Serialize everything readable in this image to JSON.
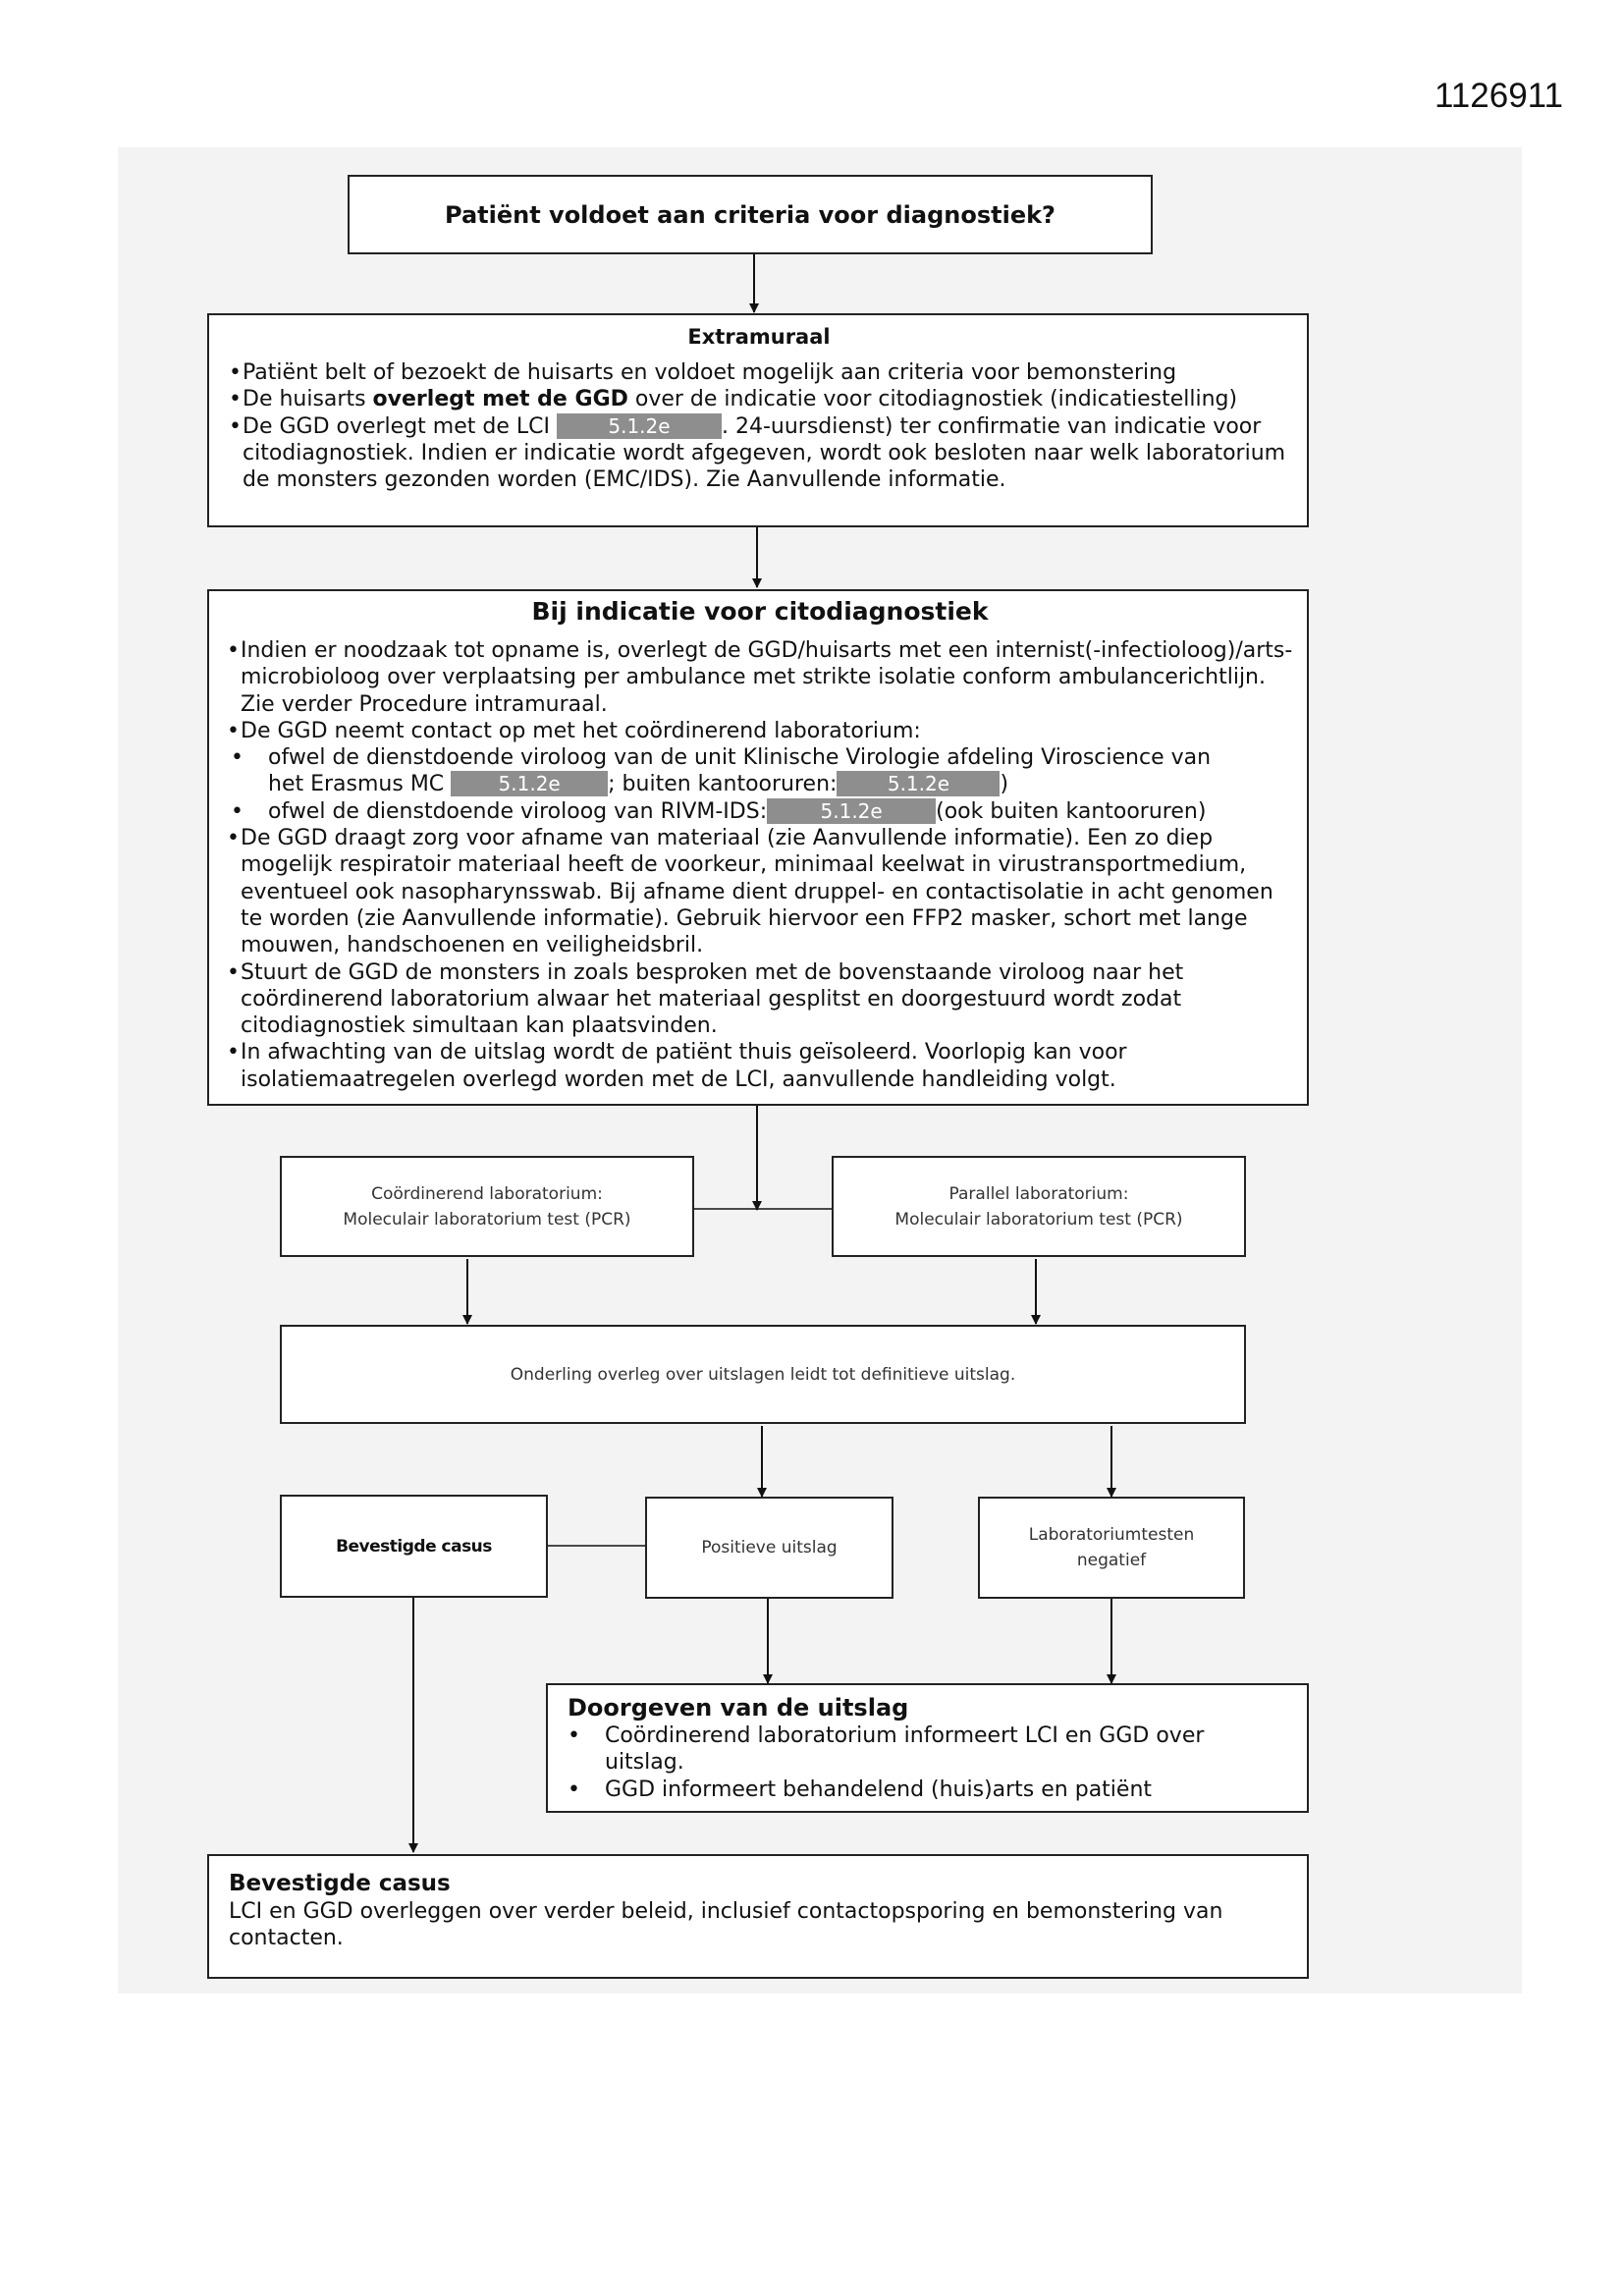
{
  "doc_number": "1126911",
  "redaction": "5.1.2e",
  "top_question": "Patiënt voldoet aan criteria voor diagnostiek?",
  "extramural": {
    "title": "Extramuraal",
    "b1": "Patiënt belt of bezoekt de huisarts en voldoet mogelijk aan criteria voor bemonstering",
    "b2_pre": "De huisarts ",
    "b2_bold": "overlegt met de GGD",
    "b2_post": " over de indicatie voor citodiagnostiek (indicatiestelling)",
    "b3_pre": "De GGD overlegt met de LCI ",
    "b3_post": ". 24-uursdienst) ter confirmatie van indicatie voor citodiagnostiek. Indien er indicatie wordt afgegeven, wordt ook besloten naar welk laboratorium de monsters gezonden worden (EMC/IDS). Zie Aanvullende informatie."
  },
  "indication": {
    "title": "Bij indicatie voor citodiagnostiek",
    "b1": "Indien er noodzaak tot opname is, overlegt de GGD/huisarts met een internist(-infectioloog)/arts-microbioloog over verplaatsing per ambulance met strikte isolatie conform ambulancerichtlijn. Zie verder Procedure intramuraal.",
    "b2": "De GGD neemt contact op met het coördinerend laboratorium:",
    "s1_line1": "ofwel de dienstdoende viroloog van de unit Klinische Virologie afdeling Viroscience van",
    "s1_pre": "het Erasmus MC ",
    "s1_mid": "; buiten kantooruren:",
    "s1_end": ")",
    "s2_pre": "ofwel de dienstdoende viroloog van RIVM-IDS:",
    "s2_post": "(ook buiten kantooruren)",
    "b3": "De GGD draagt zorg voor afname van materiaal (zie Aanvullende informatie). Een zo diep mogelijk respiratoir materiaal heeft de voorkeur, minimaal keelwat in virustransportmedium, eventueel ook nasopharynsswab. Bij afname dient druppel- en contactisolatie in acht genomen te worden (zie Aanvullende informatie). Gebruik hiervoor een FFP2 masker, schort met lange mouwen, handschoenen en veiligheidsbril.",
    "b4": "Stuurt de GGD de monsters in zoals besproken met de bovenstaande viroloog naar het coördinerend laboratorium alwaar het materiaal gesplitst en doorgestuurd wordt zodat citodiagnostiek simultaan kan plaatsvinden.",
    "b5": "In afwachting van de uitslag wordt de patiënt thuis geïsoleerd. Voorlopig kan voor isolatiemaatregelen overlegd worden met de LCI, aanvullende handleiding volgt."
  },
  "coord_lab": {
    "line1": "Coördinerend laboratorium:",
    "line2": "Moleculair laboratorium test (PCR)"
  },
  "parallel_lab": {
    "line1": "Parallel laboratorium:",
    "line2": "Moleculair laboratorium test (PCR)"
  },
  "consult": "Onderling overleg over uitslagen leidt tot definitieve uitslag.",
  "confirmed_small": "Bevestigde casus",
  "positive": "Positieve uitslag",
  "negative": {
    "line1": "Laboratoriumtesten",
    "line2": "negatief"
  },
  "pass_result": {
    "title": "Doorgeven van de uitslag",
    "item1": "Coördinerend laboratorium informeert LCI en GGD over uitslag.",
    "item2": "GGD informeert behandelend (huis)arts en patiënt"
  },
  "confirmed_case": {
    "title": "Bevestigde casus",
    "text": "LCI en GGD overleggen over verder beleid, inclusief contactopsporing en bemonstering van contacten."
  }
}
